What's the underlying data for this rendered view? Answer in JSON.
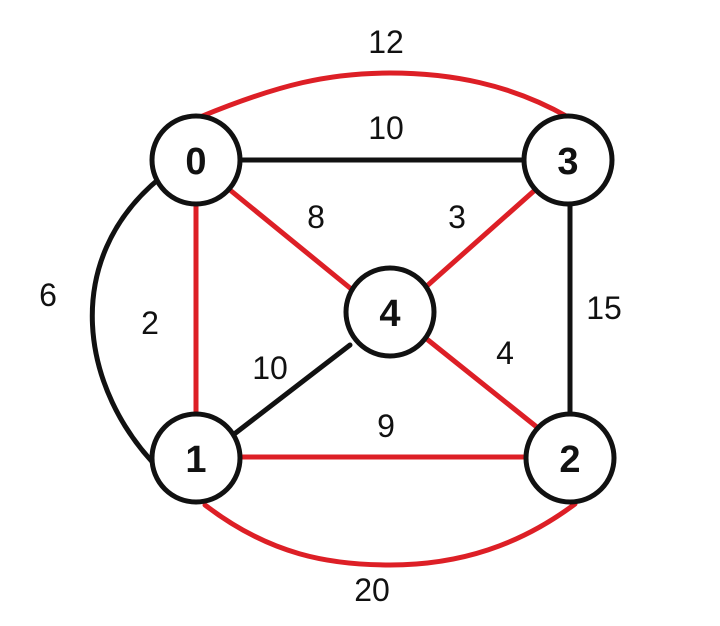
{
  "colors": {
    "background": "#ffffff",
    "highlight": "#dd1f26",
    "normal": "#111111"
  },
  "nodes": [
    {
      "id": "0",
      "label": "0"
    },
    {
      "id": "1",
      "label": "1"
    },
    {
      "id": "2",
      "label": "2"
    },
    {
      "id": "3",
      "label": "3"
    },
    {
      "id": "4",
      "label": "4"
    }
  ],
  "edges": [
    {
      "from": "0",
      "to": "3",
      "weight": "12",
      "highlighted": true
    },
    {
      "from": "0",
      "to": "3",
      "weight": "10",
      "highlighted": false
    },
    {
      "from": "0",
      "to": "1",
      "weight": "6",
      "highlighted": false
    },
    {
      "from": "0",
      "to": "1",
      "weight": "2",
      "highlighted": true
    },
    {
      "from": "0",
      "to": "4",
      "weight": "8",
      "highlighted": true
    },
    {
      "from": "3",
      "to": "4",
      "weight": "3",
      "highlighted": true
    },
    {
      "from": "3",
      "to": "2",
      "weight": "15",
      "highlighted": false
    },
    {
      "from": "4",
      "to": "2",
      "weight": "4",
      "highlighted": true
    },
    {
      "from": "1",
      "to": "4",
      "weight": "10",
      "highlighted": false
    },
    {
      "from": "1",
      "to": "2",
      "weight": "9",
      "highlighted": true
    },
    {
      "from": "1",
      "to": "2",
      "weight": "20",
      "highlighted": true
    }
  ]
}
